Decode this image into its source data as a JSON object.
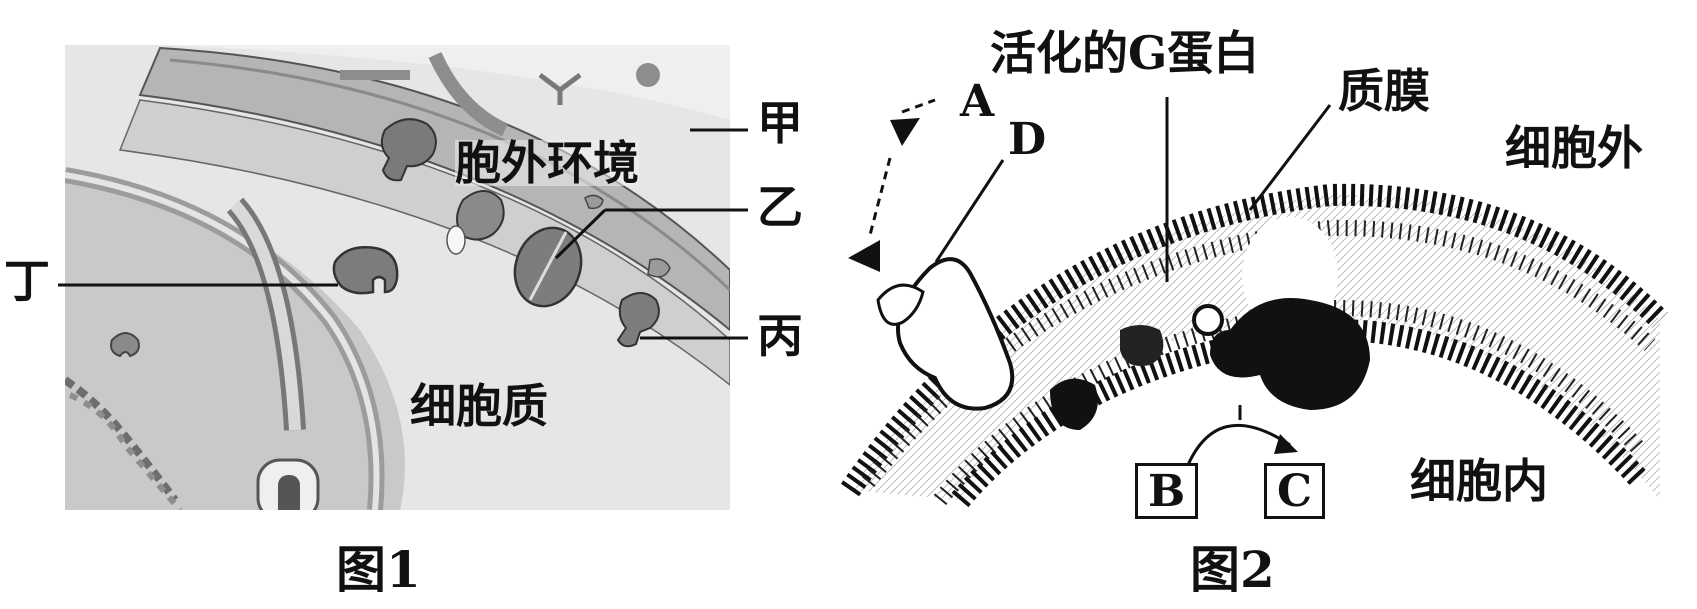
{
  "figure1": {
    "caption": "图1",
    "labels": {
      "jia": "甲",
      "yi": "乙",
      "bing": "丙",
      "ding": "丁",
      "extracellular": "胞外环境",
      "cytoplasm": "细胞质"
    }
  },
  "figure2": {
    "caption": "图2",
    "labels": {
      "activated_g_protein": "活化的G蛋白",
      "plasma_membrane": "质膜",
      "outside": "细胞外",
      "inside": "细胞内",
      "A": "A",
      "D": "D",
      "B": "B",
      "C": "C"
    }
  }
}
